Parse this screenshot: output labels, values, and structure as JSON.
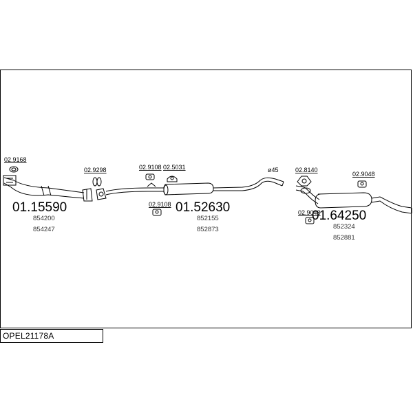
{
  "drawing_id": "OPEL21178A",
  "assemblies": [
    {
      "main": "01.15590",
      "refs": [
        "854200",
        "854247"
      ]
    },
    {
      "main": "01.52630",
      "refs": [
        "852155",
        "852873"
      ]
    },
    {
      "main": "01.64250",
      "refs": [
        "852324",
        "852881"
      ]
    }
  ],
  "accessories": [
    "02.9168",
    "02.9298",
    "02.9108",
    "02.5031",
    "02.9108",
    "02.8140",
    "02.9048",
    "02.9048"
  ],
  "diameter_label": "ø45"
}
